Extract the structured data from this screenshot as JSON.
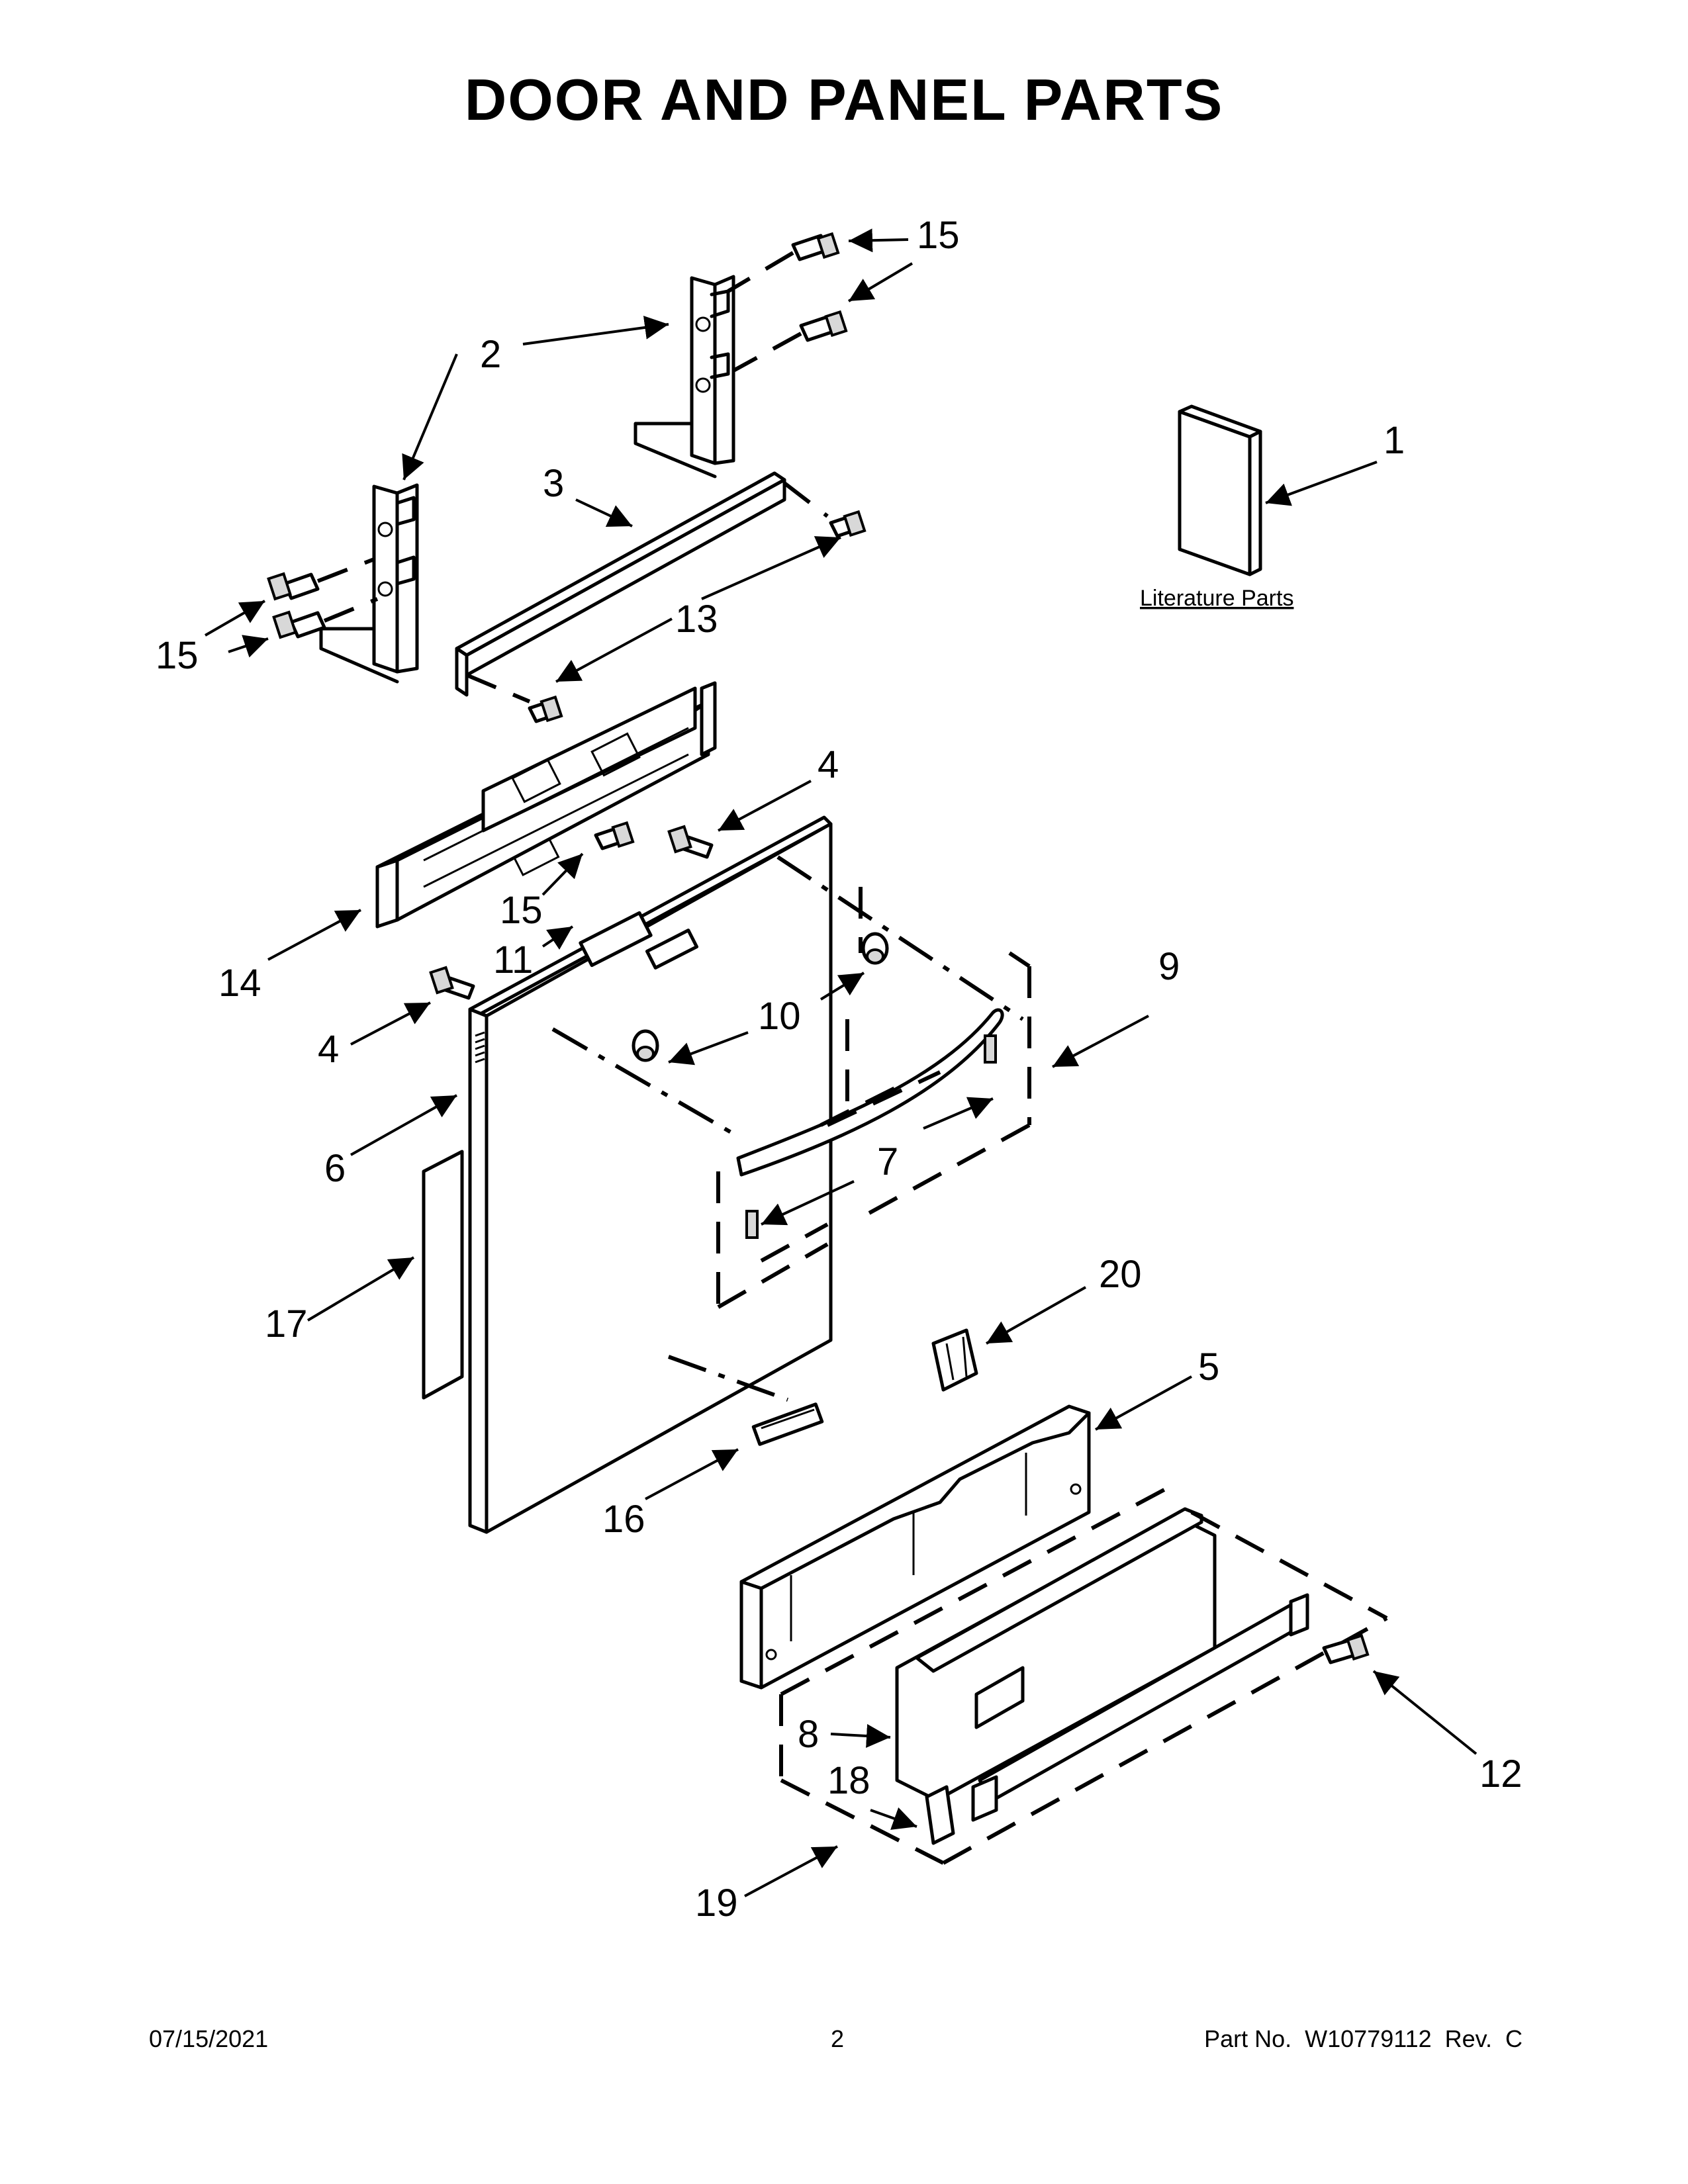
{
  "title": "DOOR AND PANEL PARTS",
  "literature_label": "Literature Parts",
  "callouts": {
    "c1": "1",
    "c2": "2",
    "c3": "3",
    "c4a": "4",
    "c4b": "4",
    "c5": "5",
    "c6": "6",
    "c7": "7",
    "c8": "8",
    "c9": "9",
    "c10": "10",
    "c11": "11",
    "c12": "12",
    "c13": "13",
    "c14": "14",
    "c15a": "15",
    "c15b": "15",
    "c15c": "15",
    "c16": "16",
    "c17": "17",
    "c18": "18",
    "c19": "19",
    "c20": "20"
  },
  "footer": {
    "date": "07/15/2021",
    "page": "2",
    "part_no": "Part No.  W10779112  Rev.  C"
  }
}
